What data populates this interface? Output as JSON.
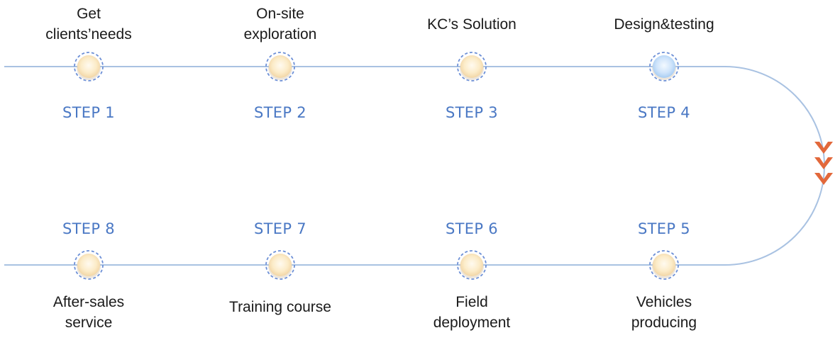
{
  "colors": {
    "line": "#a9c2e2",
    "step_label": "#4a78c4",
    "node_border": "#6c8fd6",
    "node_fill": "#fbe9c6",
    "node_fill_highlight": "#cfe4fb",
    "arrow": "#e2683b",
    "text": "#1a1a1a"
  },
  "steps": [
    {
      "label": "STEP 1",
      "desc": [
        "Get",
        "clients’needs"
      ],
      "highlight": false
    },
    {
      "label": "STEP 2",
      "desc": [
        "On-site",
        "exploration"
      ],
      "highlight": false
    },
    {
      "label": "STEP 3",
      "desc": [
        "KC’s Solution"
      ],
      "highlight": false
    },
    {
      "label": "STEP 4",
      "desc": [
        "Design&testing"
      ],
      "highlight": true
    },
    {
      "label": "STEP 5",
      "desc": [
        "Vehicles",
        "producing"
      ],
      "highlight": false
    },
    {
      "label": "STEP 6",
      "desc": [
        "Field",
        "deployment"
      ],
      "highlight": false
    },
    {
      "label": "STEP 7",
      "desc": [
        "Training course"
      ],
      "highlight": false
    },
    {
      "label": "STEP 8",
      "desc": [
        "After-sales",
        "service"
      ],
      "highlight": false
    }
  ],
  "turn_arrow": {
    "icon": "chevron-down-icon",
    "count": 3
  }
}
